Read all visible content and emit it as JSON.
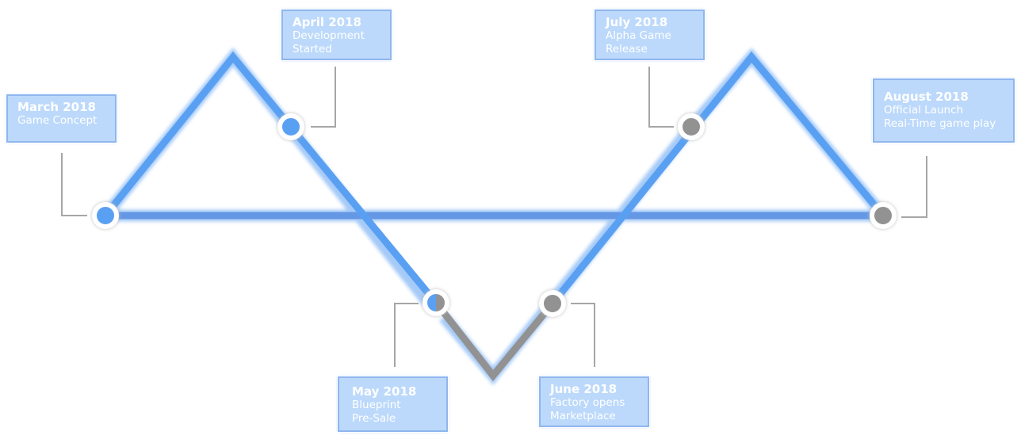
{
  "colors": {
    "completed": "#5aa0f2",
    "upcoming": "#929292",
    "card_bg": "#bcd9fb",
    "card_border": "#8fb6ee",
    "card_text": "#ffffff"
  },
  "milestones": [
    {
      "date": "March 2018",
      "lines": [
        "Game Concept",
        ""
      ],
      "status": "completed"
    },
    {
      "date": "April 2018",
      "lines": [
        "Development",
        "Started"
      ],
      "status": "completed"
    },
    {
      "date": "May 2018",
      "lines": [
        "Blueprint",
        "Pre-Sale"
      ],
      "status": "current"
    },
    {
      "date": "June 2018",
      "lines": [
        "Factory opens",
        "Marketplace"
      ],
      "status": "upcoming"
    },
    {
      "date": "July 2018",
      "lines": [
        "Alpha Game",
        "Release"
      ],
      "status": "upcoming"
    },
    {
      "date": "August 2018",
      "lines": [
        "Official Launch",
        "Real-Time game play"
      ],
      "status": "upcoming"
    }
  ]
}
